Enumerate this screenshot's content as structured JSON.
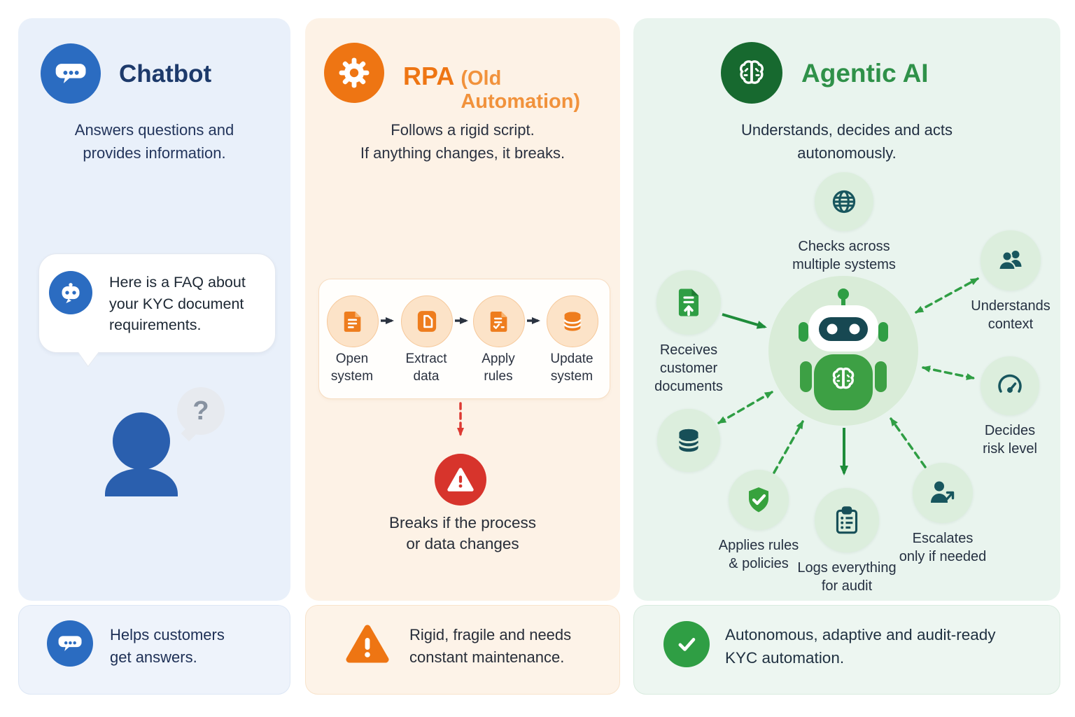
{
  "chatbot": {
    "title": "Chatbot",
    "description": "Answers questions and\nprovides information.",
    "bubble_message": "Here is a FAQ about\nyour KYC document\nrequirements.",
    "question_mark": "?",
    "summary": "Helps customers\nget answers."
  },
  "rpa": {
    "title": "RPA",
    "title_note": "(Old Automation)",
    "description": "Follows a rigid script.\nIf anything changes, it breaks.",
    "steps": [
      {
        "label": "Open\nsystem"
      },
      {
        "label": "Extract\ndata"
      },
      {
        "label": "Apply\nrules"
      },
      {
        "label": "Update\nsystem"
      }
    ],
    "failure": "Breaks if the process\nor data changes",
    "summary": "Rigid, fragile and needs\nconstant maintenance."
  },
  "agentic": {
    "title": "Agentic AI",
    "description": "Understands, decides and acts\nautonomously.",
    "nodes": {
      "checks": "Checks across\nmultiple systems",
      "receives": "Receives\ncustomer\ndocuments",
      "understands": "Understands\ncontext",
      "decides": "Decides\nrisk level",
      "applies": "Applies rules\n& policies",
      "logs": "Logs everything\nfor audit",
      "escalates": "Escalates\nonly if needed"
    },
    "summary": "Autonomous, adaptive and audit-ready\nKYC automation."
  },
  "colors": {
    "chatbot_blue": "#2b6cc1",
    "rpa_orange": "#ee7513",
    "agentic_green": "#2f9e44",
    "alert_red": "#d7342c",
    "icon_teal": "#18565e"
  }
}
